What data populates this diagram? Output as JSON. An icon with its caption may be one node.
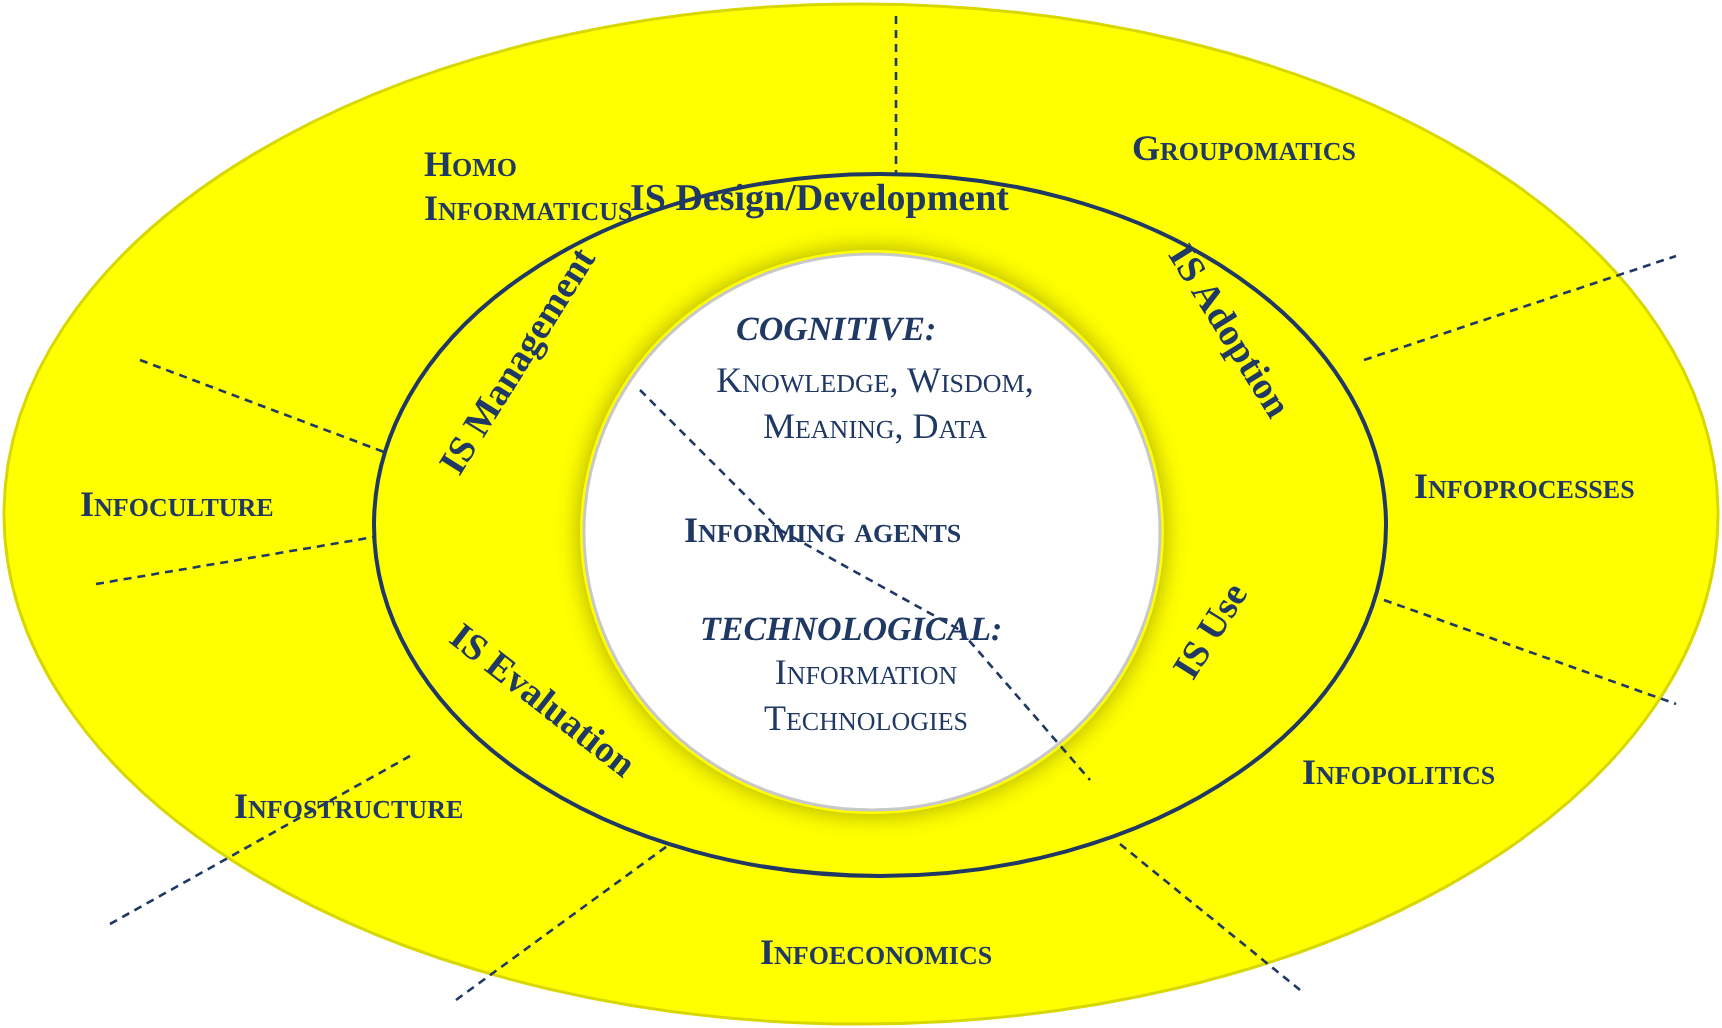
{
  "diagram": {
    "nodes": [
      {
        "text": [
          "Homo Informaticus",
          "Groupomatics",
          "Infoculture",
          "Infoprocesses",
          "Infostructure",
          "Infopolitics",
          "Infoeconomics"
        ]
      },
      {
        "text": [
          "IS Design/Development",
          "IS Management",
          "IS Adoption",
          "IS Evaluation",
          "IS Use"
        ],
        "in": 0
      },
      {
        "text": [
          "COGNITIVE:",
          "Knowledge, Wisdom, Meaning, Data",
          "Informing agents",
          "TECHNOLOGICAL:",
          "Information Technologies"
        ],
        "in": 1
      }
    ]
  }
}
